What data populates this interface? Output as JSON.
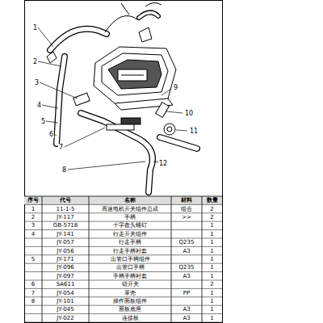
{
  "diagram": {
    "labels": [
      "1",
      "2",
      "3",
      "4",
      "5",
      "6",
      "7",
      "8",
      "9",
      "10",
      "11",
      "12",
      "序号",
      "代号",
      "名称",
      "材料",
      "数量",
      "1",
      "11-1-5",
      "高速电机开关组件总成",
      "组合",
      "2",
      "2",
      "JY-117",
      "手柄",
      ">>",
      "2",
      "3",
      "GB-5718",
      "十字盘头螺钉",
      "1",
      "4",
      "JY-141",
      "行走开关组件",
      "1",
      "JY-057",
      "行走手柄",
      "Q235",
      "1",
      "JY-056",
      "行走手柄衬套",
      "A3",
      "1",
      "5",
      "JY-171",
      "出管口手柄组件",
      "1",
      "JY-096",
      "出管口手柄",
      "Q235",
      "1",
      "JY-097",
      "手柄手柄衬套",
      "A3",
      "1",
      "6",
      "SA611",
      "钮开关",
      "2",
      "7",
      "JY-054",
      "罩壳",
      "PP",
      "1",
      "8",
      "JY-101",
      "操作面板组件",
      "1",
      "JY-045",
      "面板底座",
      "A3",
      "1",
      "JY-022",
      "连接板",
      "A3",
      "1"
    ]
  }
}
